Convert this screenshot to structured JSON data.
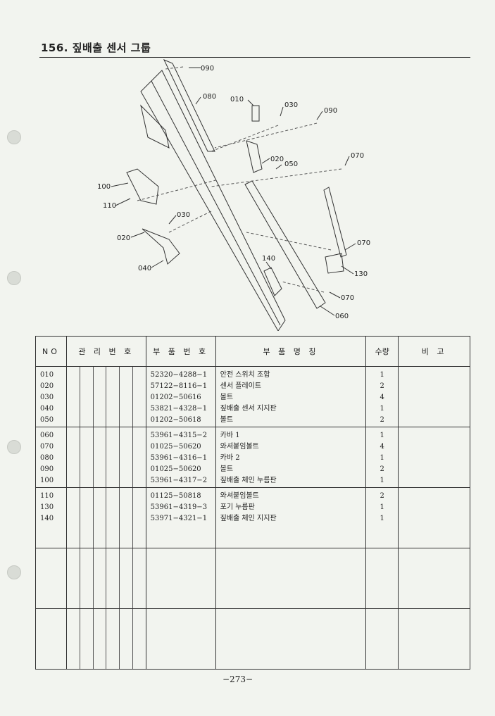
{
  "page": {
    "title": "156. 짚배출 센서 그룹",
    "page_number": "−273−"
  },
  "diagram": {
    "callouts": [
      "090",
      "080",
      "010",
      "030",
      "090",
      "020",
      "050",
      "070",
      "100",
      "110",
      "030",
      "020",
      "070",
      "040",
      "140",
      "130",
      "070",
      "060"
    ]
  },
  "table": {
    "headers": {
      "no": "NO",
      "mgmt": "관 리 번 호",
      "part_no": "부 품 번 호",
      "name": "부 품 명 칭",
      "qty": "수량",
      "remark": "비 고"
    },
    "groups": [
      {
        "rows": [
          {
            "no": "010",
            "part_no": "52320−4288−1",
            "name": "안전 스위치 조합",
            "qty": "1"
          },
          {
            "no": "020",
            "part_no": "57122−8116−1",
            "name": "센서 플레이트",
            "qty": "2"
          },
          {
            "no": "030",
            "part_no": "01202−50616",
            "name": "볼트",
            "qty": "4"
          },
          {
            "no": "040",
            "part_no": "53821−4328−1",
            "name": "짚배출 센서 지지판",
            "qty": "1"
          },
          {
            "no": "050",
            "part_no": "01202−50618",
            "name": "볼트",
            "qty": "2"
          }
        ]
      },
      {
        "rows": [
          {
            "no": "060",
            "part_no": "53961−4315−2",
            "name": "카바 1",
            "qty": "1"
          },
          {
            "no": "070",
            "part_no": "01025−50620",
            "name": "와셔붙임볼트",
            "qty": "4"
          },
          {
            "no": "080",
            "part_no": "53961−4316−1",
            "name": "카바 2",
            "qty": "1"
          },
          {
            "no": "090",
            "part_no": "01025−50620",
            "name": "볼트",
            "qty": "2"
          },
          {
            "no": "100",
            "part_no": "53961−4317−2",
            "name": "짚배출 체인 누름판",
            "qty": "1"
          }
        ]
      },
      {
        "rows": [
          {
            "no": "110",
            "part_no": "01125−50818",
            "name": "와셔붙임볼트",
            "qty": "2"
          },
          {
            "no": "130",
            "part_no": "53961−4319−3",
            "name": "포기 누름판",
            "qty": "1"
          },
          {
            "no": "140",
            "part_no": "53971−4321−1",
            "name": "짚배출 체인 지지판",
            "qty": "1"
          }
        ]
      },
      {
        "rows": []
      },
      {
        "rows": []
      }
    ]
  }
}
